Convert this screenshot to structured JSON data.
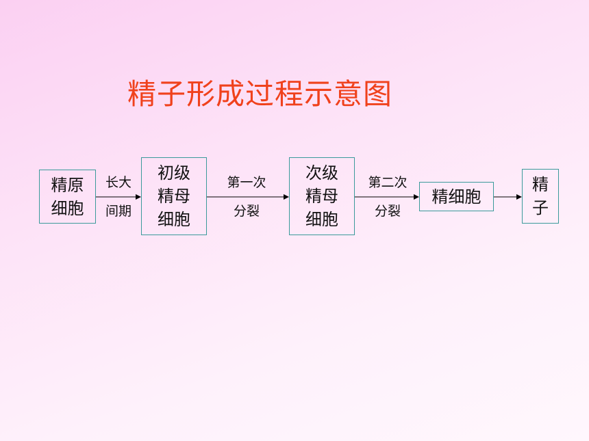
{
  "title": "精子形成过程示意图",
  "nodes": {
    "spermatogonium": [
      "精原",
      "细胞"
    ],
    "primary_spermatocyte": [
      "初级",
      "精母",
      "细胞"
    ],
    "secondary_spermatocyte": [
      "次级",
      "精母",
      "细胞"
    ],
    "spermatid": [
      "精细胞"
    ],
    "sperm": [
      "精",
      "子"
    ]
  },
  "edges": {
    "growth": {
      "top": "长大",
      "bottom": "间期"
    },
    "first_division": {
      "top": "第一次",
      "bottom": "分裂"
    },
    "second_division": {
      "top": "第二次",
      "bottom": "分裂"
    }
  },
  "colors": {
    "title": "#f0411c",
    "box_border": "#3a9a9a",
    "arrow": "#000000"
  }
}
